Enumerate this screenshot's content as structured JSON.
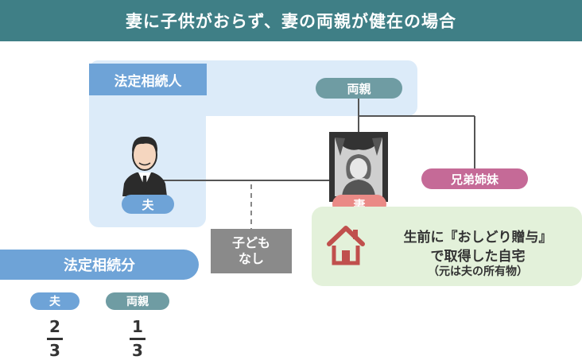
{
  "title": "妻に子供がおらず、妻の両親が健在の場合",
  "legal_heirs_label": "法定相続人",
  "parents_label": "両親",
  "siblings_label": "兄弟姉妹",
  "husband_label": "夫",
  "wife_label": "妻",
  "no_children": {
    "line1": "子ども",
    "line2": "なし"
  },
  "gift_note": {
    "line1": "生前に『おしどり贈与』",
    "line2": "で取得した自宅",
    "line3": "（元は夫の所有物）"
  },
  "shares": {
    "title": "法定相続分",
    "husband": {
      "label": "夫",
      "numerator": "2",
      "denominator": "3"
    },
    "parents": {
      "label": "両親",
      "numerator": "1",
      "denominator": "3"
    }
  }
}
